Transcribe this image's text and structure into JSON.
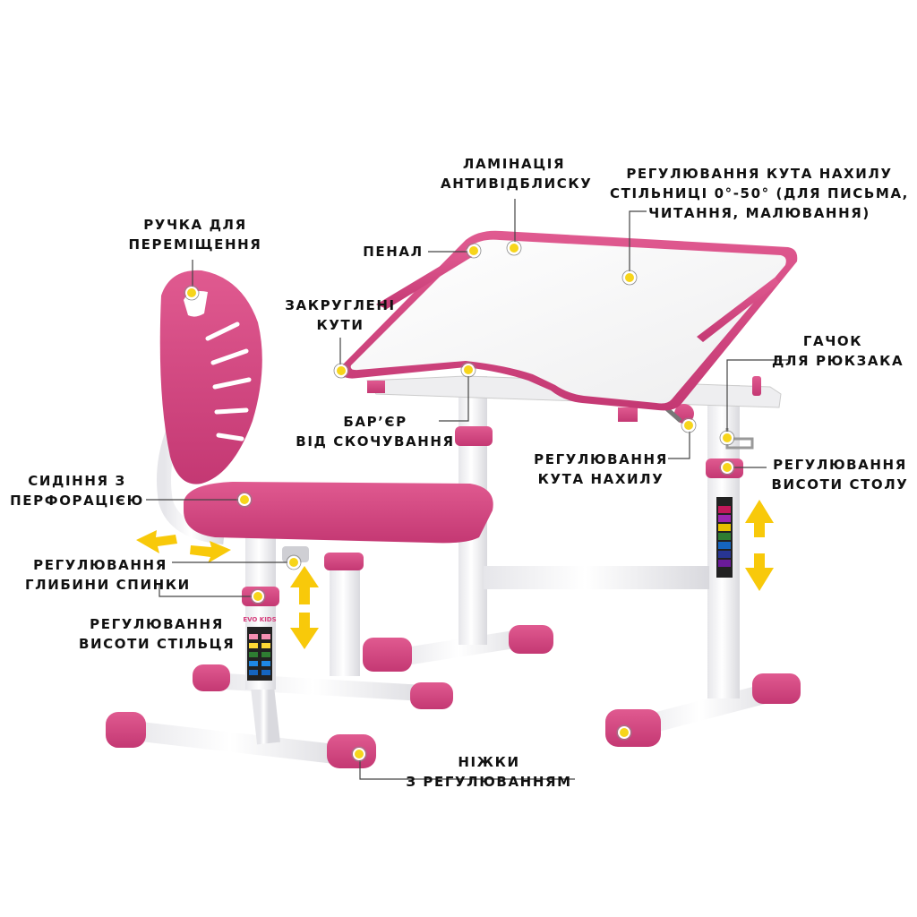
{
  "colors": {
    "accent_pink": "#d6407e",
    "pink_dark": "#b8336a",
    "frame_white": "#f2f2f4",
    "marker_yellow": "#f7d51b",
    "arrow_yellow": "#f8c90a",
    "leader_line": "#444444",
    "text": "#111111"
  },
  "callouts": {
    "lamination": {
      "lines": [
        "ЛАМІНАЦІЯ",
        "АНТИВІДБЛИСКУ"
      ]
    },
    "tilt_top": {
      "lines": [
        "РЕГУЛЮВАННЯ КУТА НАХИЛУ",
        "СТІЛЬНИЦІ 0°-50° (ДЛЯ ПИСЬМА,",
        "ЧИТАННЯ, МАЛЮВАННЯ)"
      ]
    },
    "handle": {
      "lines": [
        "РУЧКА ДЛЯ",
        "ПЕРЕМІЩЕННЯ"
      ]
    },
    "pencil_case": {
      "lines": [
        "ПЕНАЛ"
      ]
    },
    "rounded_corners": {
      "lines": [
        "ЗАКРУГЛЕНІ",
        "КУТИ"
      ]
    },
    "hook": {
      "lines": [
        "ГАЧОК",
        "ДЛЯ РЮКЗАКА"
      ]
    },
    "barrier": {
      "lines": [
        "БАР’ЄР",
        "ВІД СКОЧУВАННЯ"
      ]
    },
    "tilt_adjust": {
      "lines": [
        "РЕГУЛЮВАННЯ",
        "КУТА НАХИЛУ"
      ]
    },
    "desk_height": {
      "lines": [
        "РЕГУЛЮВАННЯ",
        "ВИСОТИ СТОЛУ"
      ]
    },
    "seat": {
      "lines": [
        "СИДІННЯ З",
        "ПЕРФОРАЦІЄЮ"
      ]
    },
    "back_depth": {
      "lines": [
        "РЕГУЛЮВАННЯ",
        "ГЛИБИНИ СПИНКИ"
      ]
    },
    "chair_height": {
      "lines": [
        "РЕГУЛЮВАННЯ",
        "ВИСОТИ СТІЛЬЦЯ"
      ]
    },
    "legs": {
      "lines": [
        "НІЖКИ",
        "З РЕГУЛЮВАННЯМ"
      ]
    }
  },
  "brand": {
    "logo_top": "EVO",
    "logo_bottom": "KIDS"
  }
}
